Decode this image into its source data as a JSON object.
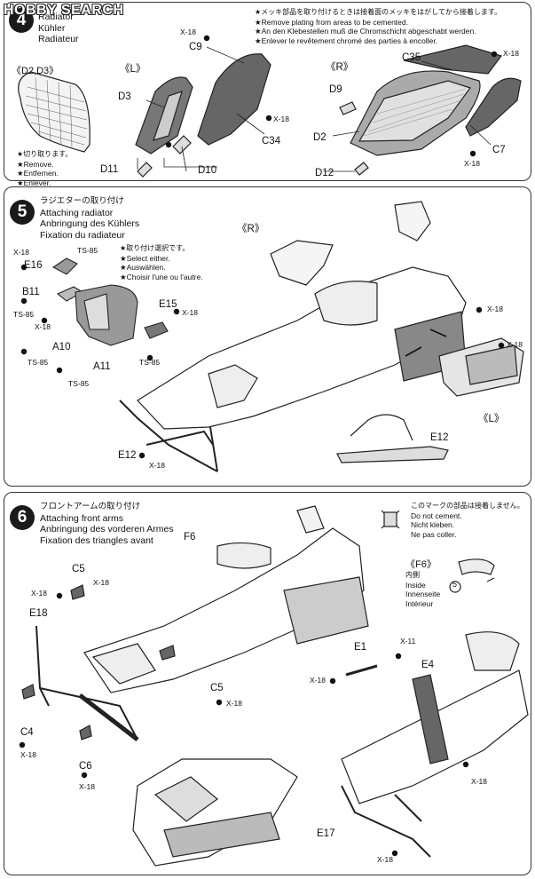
{
  "watermark": "HOBBY SEARCH",
  "step4": {
    "number": "4",
    "title": [
      "Radiator",
      "Kühler",
      "Radiateur"
    ],
    "warning": [
      "★メッキ部品を取り付けるときは接着面のメッキをはがしてから接着します。",
      "★Remove plating from areas to be cemented.",
      "★An den Klebestellen muß die Chromschicht abgeschabt werden.",
      "★Enlever le revêtement chromé des parties à encoller."
    ],
    "variant_label": "《D2,D3》",
    "remove_note": [
      "★切り取ります。",
      "★Remove.",
      "★Entfernen.",
      "★Enlever."
    ],
    "left_label": "《L》",
    "right_label": "《R》",
    "parts": {
      "c9": "C9",
      "d3": "D3",
      "d10": "D10",
      "d11": "D11",
      "c34": "C34",
      "c35": "C35",
      "d9": "D9",
      "d2": "D2",
      "d12": "D12",
      "c7": "C7"
    },
    "screw": "X-18"
  },
  "step5": {
    "number": "5",
    "title": [
      "ラジエターの取り付け",
      "Attaching radiator",
      "Anbringung des Kühlers",
      "Fixation du radiateur"
    ],
    "select_note": [
      "★取り付け選択です。",
      "★Select either.",
      "★Auswählen.",
      "★Choisir l'une ou l'autre."
    ],
    "right_label": "《R》",
    "left_label": "《L》",
    "parts": {
      "e16": "E16",
      "b11": "B11",
      "e15": "E15",
      "a10": "A10",
      "a11": "A11",
      "e12": "E12",
      "e12b": "E12"
    },
    "tape": "TS-85",
    "screw": "X-18"
  },
  "step6": {
    "number": "6",
    "title": [
      "フロントアームの取り付け",
      "Attaching front arms",
      "Anbringung des vorderen Armes",
      "Fixation des triangles avant"
    ],
    "no_cement": [
      "このマークの部品は接着しません。",
      "Do not cement.",
      "Nicht kleben.",
      "Ne pas coller."
    ],
    "f6_label": "《F6》",
    "inside": [
      "内側",
      "Inside",
      "Innenseite",
      "Intérieur"
    ],
    "circled_num": "5",
    "parts": {
      "f6": "F6",
      "c5": "C5",
      "c5b": "C5",
      "e18": "E18",
      "c4": "C4",
      "c6": "C6",
      "e1": "E1",
      "e4": "E4",
      "e17": "E17"
    },
    "screw": "X-18",
    "screw2": "X-11"
  }
}
